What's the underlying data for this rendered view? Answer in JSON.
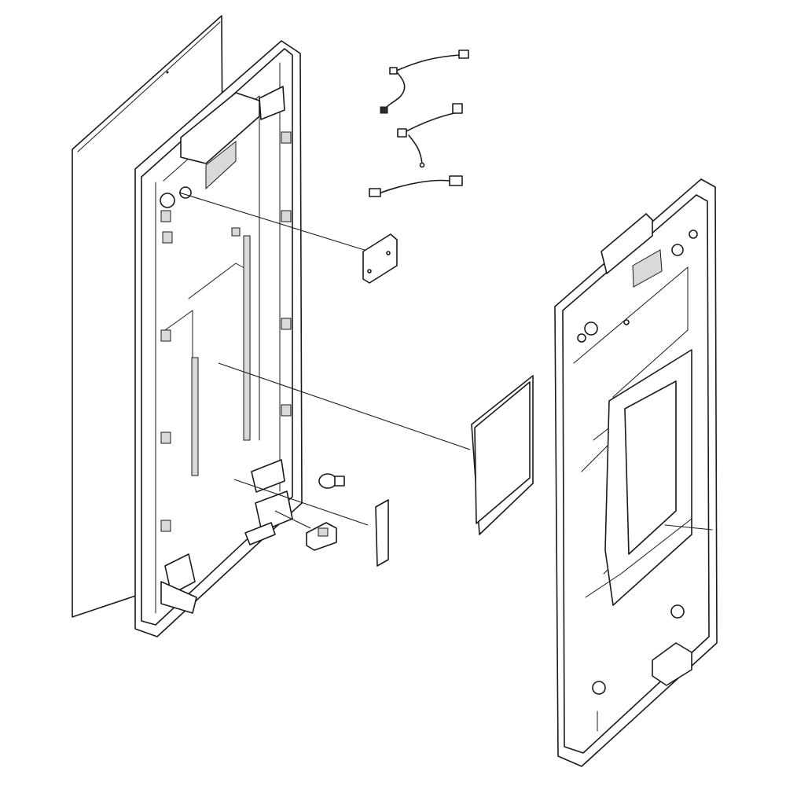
{
  "diagram": {
    "type": "exploded-parts-view",
    "background": "#ffffff",
    "line_color": "#1a1a1a",
    "parts": [
      "outer-panel-glass",
      "door-panel-frame",
      "wire-harness-1",
      "wire-harness-2",
      "wire-harness-3",
      "circuit-board",
      "insulation-pad",
      "screw",
      "clip",
      "gasket-strip",
      "back-cover"
    ]
  }
}
